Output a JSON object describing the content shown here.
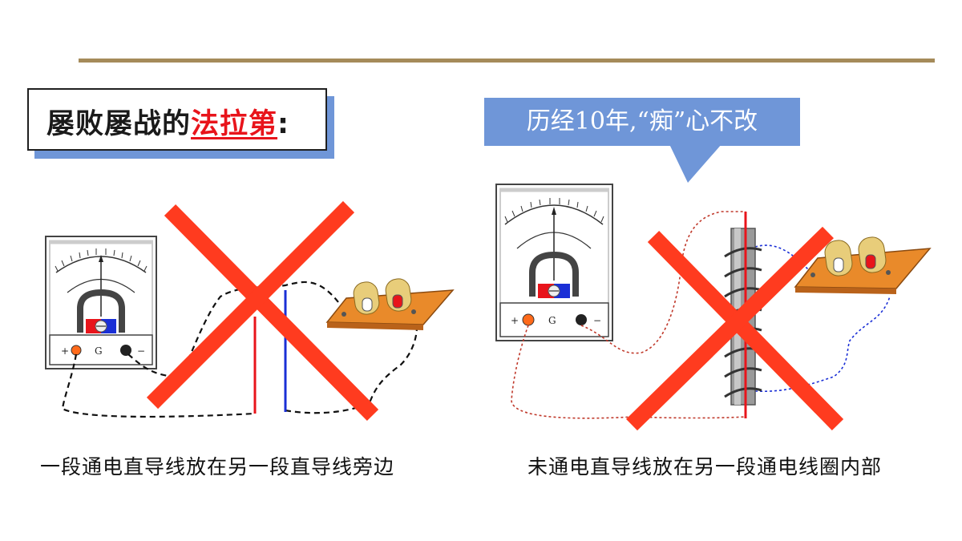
{
  "title": {
    "prefix": "屡败屡战的",
    "highlight": "法拉第",
    "suffix": ":"
  },
  "speech_bubble": {
    "text": "历经10年,“痴”心不改"
  },
  "left_panel": {
    "meter_labels": {
      "plus": "+",
      "galvanometer": "G",
      "minus": "−"
    },
    "caption": "一段通电直导线放在另一段直导线旁边"
  },
  "right_panel": {
    "meter_labels": {
      "plus": "+",
      "galvanometer": "G",
      "minus": "−"
    },
    "caption": "未通电直导线放在另一段通电线圈内部"
  },
  "colors": {
    "accent_line": "#a58b5a",
    "title_shadow": "#6f96d8",
    "bubble": "#6f96d8",
    "cross": "#ff3b1f",
    "wire_red": "#e8141b",
    "wire_blue": "#1a2fd6",
    "battery_board": "#e98a2a"
  },
  "icons": [
    "galvanometer-icon",
    "battery-icon",
    "cross-icon",
    "coil-icon"
  ]
}
